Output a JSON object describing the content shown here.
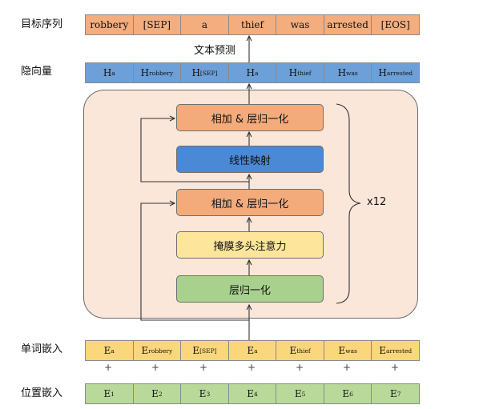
{
  "rows": {
    "target_label": "目标序列",
    "hidden_label": "隐向量",
    "word_label": "单词嵌入",
    "pos_label": "位置嵌入"
  },
  "targets": [
    "robbery",
    "[SEP]",
    "a",
    "thief",
    "was",
    "arrested",
    "[EOS]"
  ],
  "hidden": [
    {
      "base": "H",
      "sub": "a"
    },
    {
      "base": "H",
      "sub": "robbery"
    },
    {
      "base": "H",
      "sub": "[SEP]"
    },
    {
      "base": "H",
      "sub": "a"
    },
    {
      "base": "H",
      "sub": "thief"
    },
    {
      "base": "H",
      "sub": "was"
    },
    {
      "base": "H",
      "sub": "arrested"
    }
  ],
  "words": [
    {
      "base": "E",
      "sub": "a"
    },
    {
      "base": "E",
      "sub": "robbery"
    },
    {
      "base": "E",
      "sub": "[SEP]"
    },
    {
      "base": "E",
      "sub": "a"
    },
    {
      "base": "E",
      "sub": "thief"
    },
    {
      "base": "E",
      "sub": "was"
    },
    {
      "base": "E",
      "sub": "arrested"
    }
  ],
  "positions": [
    {
      "base": "E",
      "sub": "1"
    },
    {
      "base": "E",
      "sub": "2"
    },
    {
      "base": "E",
      "sub": "3"
    },
    {
      "base": "E",
      "sub": "4"
    },
    {
      "base": "E",
      "sub": "5"
    },
    {
      "base": "E",
      "sub": "6"
    },
    {
      "base": "E",
      "sub": "7"
    }
  ],
  "plus_sign": "+",
  "blocks": {
    "add_norm_top": "相加 & 层归一化",
    "linear": "线性映射",
    "add_norm_mid": "相加 & 层归一化",
    "masked_attention": "掩膜多头注意力",
    "layer_norm": "层归一化"
  },
  "predict_label": "文本预测",
  "repeat_label": "x12",
  "colors": {
    "target": "#f3ad7e",
    "hidden": "#6d9fd8",
    "word": "#fbd77c",
    "position": "#b9d99b",
    "panel": "#fbe6da",
    "add_norm": "#f3ab7c",
    "linear": "#4a89d6",
    "masked": "#fde59c",
    "norm": "#a9d18e"
  }
}
